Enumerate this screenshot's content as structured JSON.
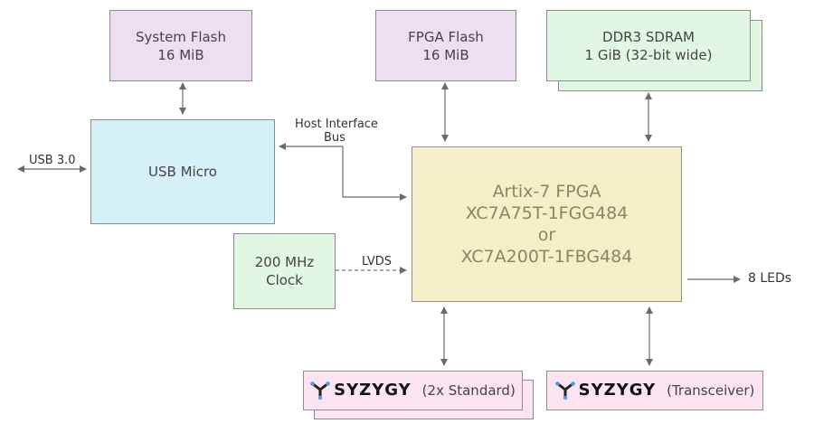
{
  "system_flash": {
    "line1": "System Flash",
    "line2": "16 MiB"
  },
  "fpga_flash": {
    "line1": "FPGA Flash",
    "line2": "16 MiB"
  },
  "ddr3": {
    "line1": "DDR3 SDRAM",
    "line2": "1 GiB (32-bit wide)"
  },
  "usb_micro": {
    "label": "USB Micro"
  },
  "usb30": {
    "label": "USB 3.0"
  },
  "host_bus": {
    "line1": "Host Interface",
    "line2": "Bus"
  },
  "clock": {
    "line1": "200 MHz",
    "line2": "Clock"
  },
  "lvds": {
    "label": "LVDS"
  },
  "fpga": {
    "line1": "Artix-7 FPGA",
    "line2": "XC7A75T-1FGG484",
    "line3": "or",
    "line4": "XC7A200T-1FBG484"
  },
  "leds": {
    "label": "8 LEDs"
  },
  "syzygy_std": {
    "brand": "SYZYGY",
    "label": "(2x Standard)"
  },
  "syzygy_txr": {
    "brand": "SYZYGY",
    "label": "(Transceiver)"
  },
  "colors": {
    "flash": "#ecdff0",
    "usb": "#d6f0f8",
    "green": "#e2f6e4",
    "fpga": "#f4efc9",
    "syzygy": "#fbe3f1",
    "logo_blue": "#4aa3d6"
  }
}
